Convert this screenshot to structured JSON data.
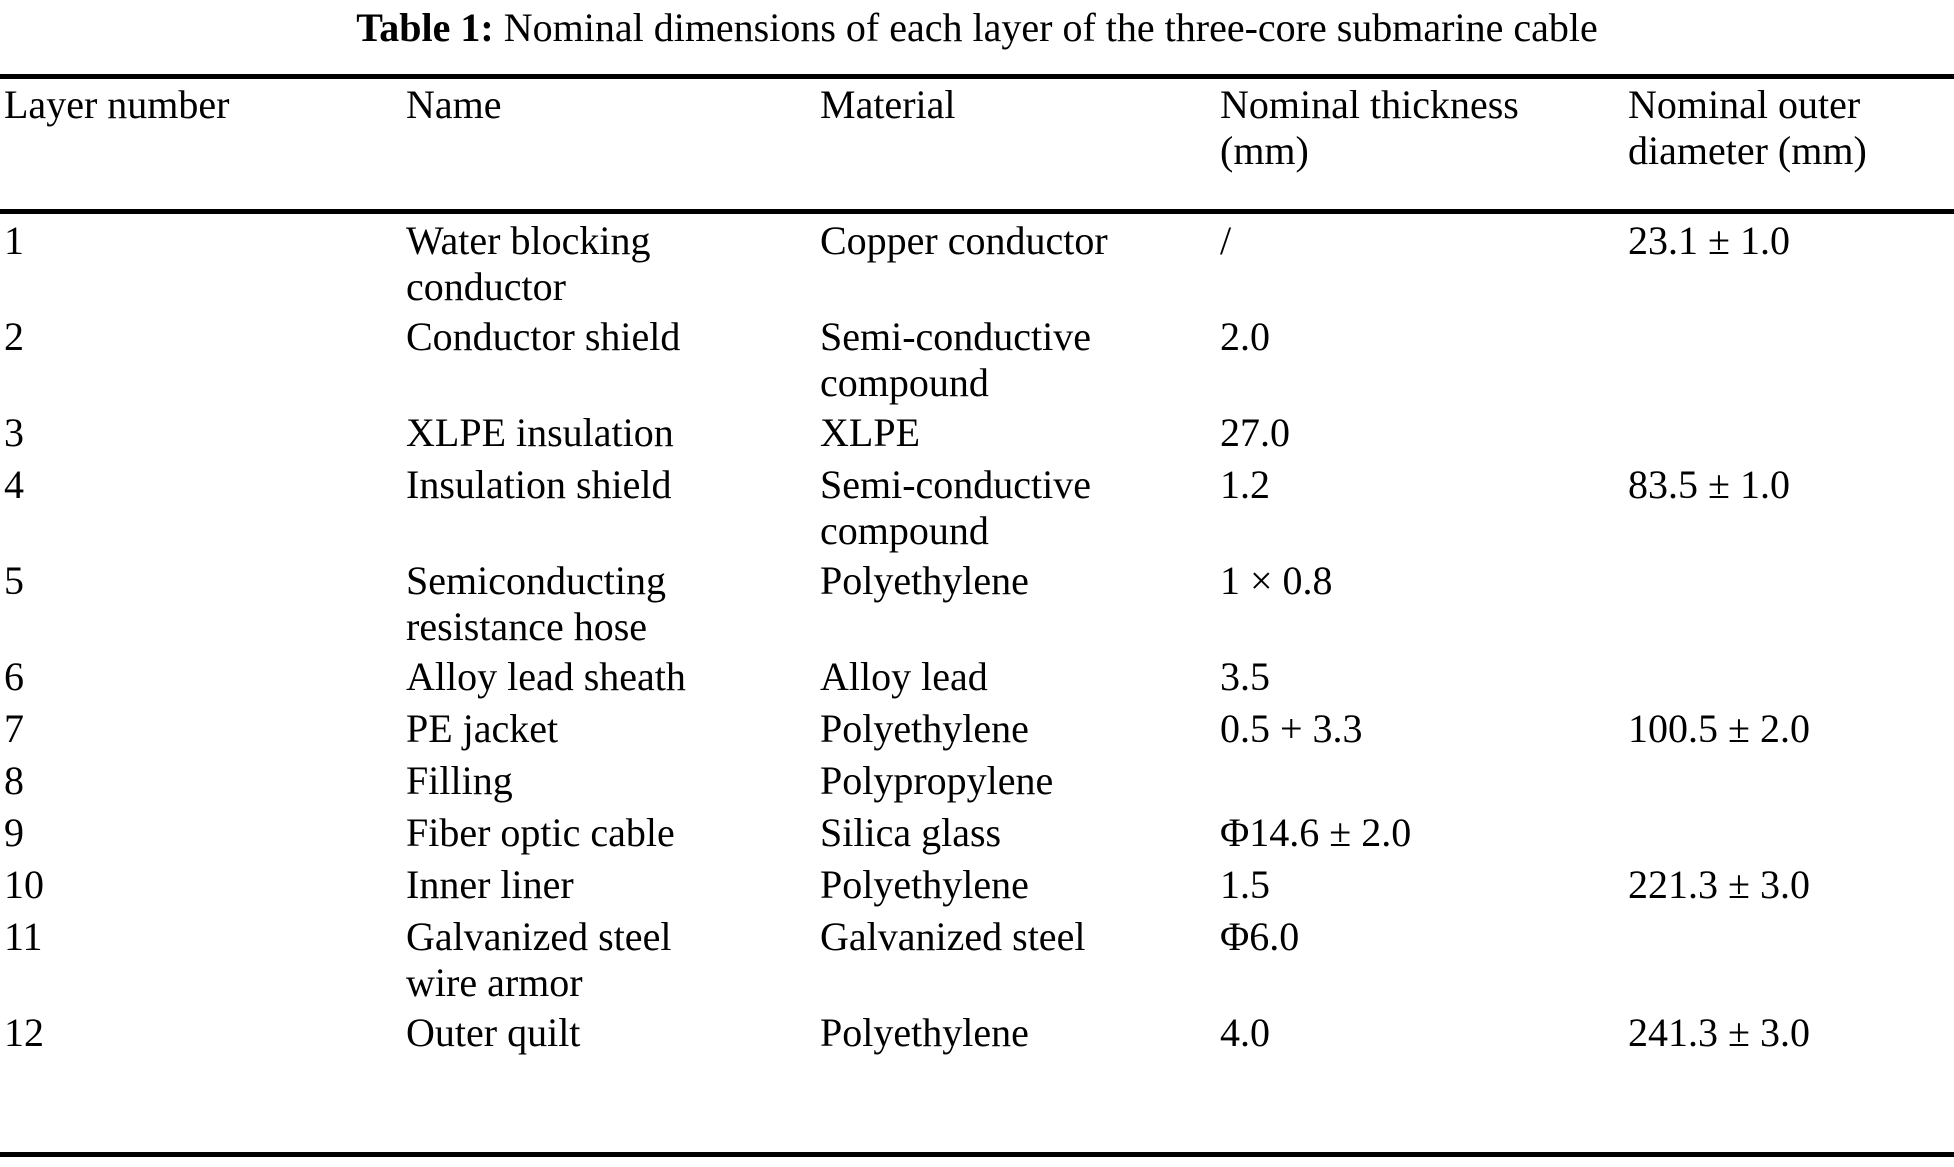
{
  "caption": {
    "label": "Table 1:",
    "text": "Nominal dimensions of each layer of the three-core submarine cable"
  },
  "table": {
    "columns": [
      "Layer number",
      "Name",
      "Material",
      "Nominal thickness (mm)",
      "Nominal outer diameter (mm)"
    ],
    "column_headers_display": [
      "Layer number",
      "Name",
      "Material",
      "Nominal thickness\n(mm)",
      "Nominal outer\ndiameter (mm)"
    ],
    "rows": [
      {
        "layer_number": "1",
        "name": "Water blocking\nconductor",
        "material": "Copper conductor",
        "nominal_thickness_mm": "/",
        "nominal_outer_diameter_mm": "23.1 ± 1.0"
      },
      {
        "layer_number": "2",
        "name": "Conductor shield",
        "material": "Semi-conductive\ncompound",
        "nominal_thickness_mm": "2.0",
        "nominal_outer_diameter_mm": ""
      },
      {
        "layer_number": "3",
        "name": "XLPE insulation",
        "material": "XLPE",
        "nominal_thickness_mm": "27.0",
        "nominal_outer_diameter_mm": ""
      },
      {
        "layer_number": "4",
        "name": "Insulation shield",
        "material": "Semi-conductive\ncompound",
        "nominal_thickness_mm": "1.2",
        "nominal_outer_diameter_mm": "83.5 ± 1.0"
      },
      {
        "layer_number": "5",
        "name": "Semiconducting\nresistance hose",
        "material": "Polyethylene",
        "nominal_thickness_mm": "1 × 0.8",
        "nominal_outer_diameter_mm": ""
      },
      {
        "layer_number": "6",
        "name": "Alloy lead sheath",
        "material": "Alloy lead",
        "nominal_thickness_mm": "3.5",
        "nominal_outer_diameter_mm": ""
      },
      {
        "layer_number": "7",
        "name": "PE jacket",
        "material": "Polyethylene",
        "nominal_thickness_mm": "0.5 + 3.3",
        "nominal_outer_diameter_mm": "100.5 ± 2.0"
      },
      {
        "layer_number": "8",
        "name": "Filling",
        "material": "Polypropylene",
        "nominal_thickness_mm": "",
        "nominal_outer_diameter_mm": ""
      },
      {
        "layer_number": "9",
        "name": "Fiber optic cable",
        "material": "Silica glass",
        "nominal_thickness_mm": "Φ14.6 ± 2.0",
        "nominal_outer_diameter_mm": ""
      },
      {
        "layer_number": "10",
        "name": "Inner liner",
        "material": "Polyethylene",
        "nominal_thickness_mm": "1.5",
        "nominal_outer_diameter_mm": "221.3 ± 3.0"
      },
      {
        "layer_number": "11",
        "name": "Galvanized steel\nwire armor",
        "material": "Galvanized steel",
        "nominal_thickness_mm": "Φ6.0",
        "nominal_outer_diameter_mm": ""
      },
      {
        "layer_number": "12",
        "name": "Outer quilt",
        "material": "Polyethylene",
        "nominal_thickness_mm": "4.0",
        "nominal_outer_diameter_mm": "241.3 ± 3.0"
      }
    ]
  }
}
